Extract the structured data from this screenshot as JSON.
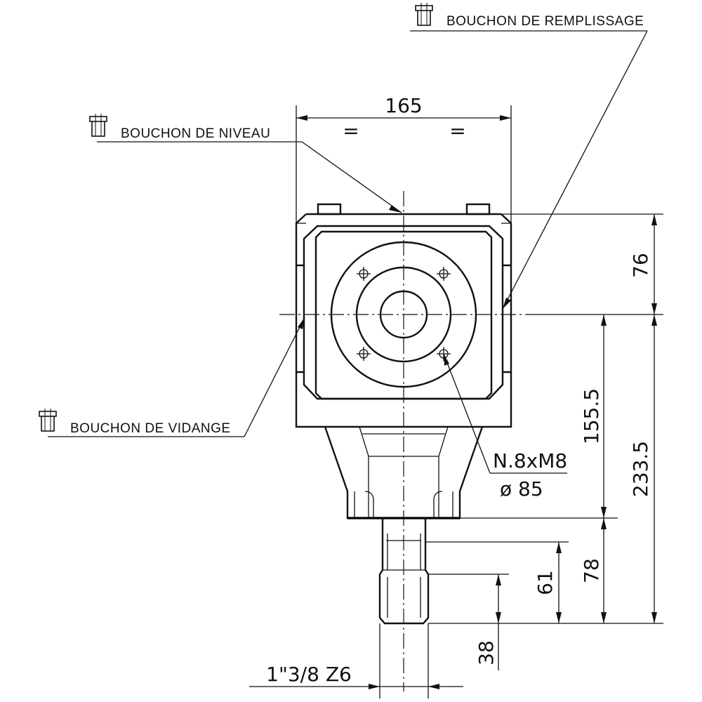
{
  "labels": {
    "fill_plug": "BOUCHON DE REMPLISSAGE",
    "level_plug": "BOUCHON DE NIVEAU",
    "drain_plug": "BOUCHON DE VIDANGE"
  },
  "dimensions": {
    "width": "165",
    "flange_offset": "76",
    "axis_to_base": "155.5",
    "total_height": "233.5",
    "shaft_length": "78",
    "spline_length": "61",
    "spline_dia": "38",
    "spline_spec": "1\"3/8 Z6"
  },
  "flange": {
    "bolts": "N.8xM8",
    "bolt_circle": "ø 85"
  },
  "marks": {
    "equal": "="
  }
}
